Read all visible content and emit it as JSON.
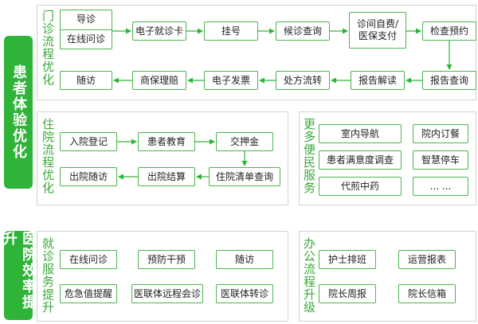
{
  "section1": {
    "title": "患者体验优化",
    "outpatient": {
      "label": "门诊流程优化",
      "guide_top": "导诊",
      "guide_bottom": "在线问诊",
      "row1": [
        "电子就诊卡",
        "挂号",
        "候诊查询",
        "诊间自费/医保支付",
        "检查预约"
      ],
      "row2": [
        "报告查询",
        "报告解读",
        "处方流转",
        "电子发票",
        "商保理赔",
        "随访"
      ]
    },
    "inpatient": {
      "label": "住院流程优化",
      "row1": [
        "入院登记",
        "患者教育",
        "交押金"
      ],
      "row2": [
        "住院清单查询",
        "出院结算",
        "出院随访"
      ]
    },
    "more": {
      "label": "更多便民服务",
      "items": [
        "室内导航",
        "院内订餐",
        "患者满意度调查",
        "智慧停车",
        "代煎中药",
        "... ..."
      ]
    }
  },
  "section2": {
    "title": "医院效率提升",
    "consult": {
      "label": "就诊服务提升",
      "items": [
        "在线问诊",
        "预防干预",
        "随访",
        "危急值提醒",
        "医联体远程会诊",
        "医联体转诊"
      ]
    },
    "office": {
      "label": "办公流程升级",
      "items": [
        "护士排班",
        "运营报表",
        "院长周报",
        "院长信箱"
      ]
    }
  },
  "colors": {
    "green": "#2fb339",
    "border": "#4eb54e",
    "panel_border": "#c8d8c8",
    "label_green": "#3aa83a"
  }
}
